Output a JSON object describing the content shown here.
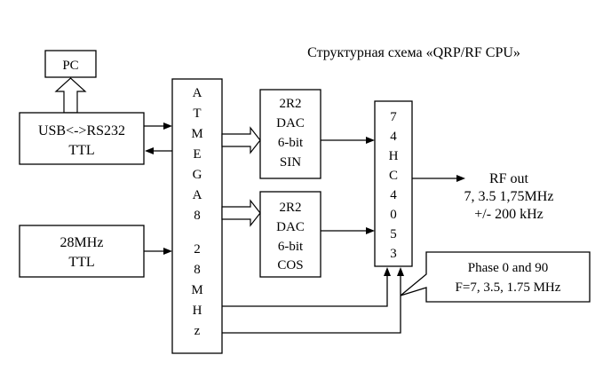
{
  "title": "Структурная схема «QRP/RF CPU»",
  "blocks": {
    "pc": {
      "label": "PC"
    },
    "usb": {
      "line1": "USB<->RS232",
      "line2": "TTL"
    },
    "osc": {
      "line1": "28MHz",
      "line2": "TTL"
    },
    "mcu": {
      "letters": [
        "A",
        "T",
        "M",
        "E",
        "G",
        "A",
        "8",
        "",
        "2",
        "8",
        "M",
        "H",
        "z"
      ]
    },
    "dac_sin": {
      "lines": [
        "2R2",
        "DAC",
        "6-bit",
        "SIN"
      ]
    },
    "dac_cos": {
      "lines": [
        "2R2",
        "DAC",
        "6-bit",
        "COS"
      ]
    },
    "mux": {
      "letters": [
        "7",
        "4",
        "H",
        "C",
        "4",
        "0",
        "5",
        "3"
      ]
    },
    "phase": {
      "line1": "Phase 0 and 90",
      "line2": "F=7, 3.5, 1.75 MHz"
    }
  },
  "output": {
    "label": "RF out",
    "freqs": "7, 3.5 1,75MHz",
    "range": "+/- 200 kHz"
  },
  "colors": {
    "line": "#000000",
    "background": "#ffffff"
  }
}
